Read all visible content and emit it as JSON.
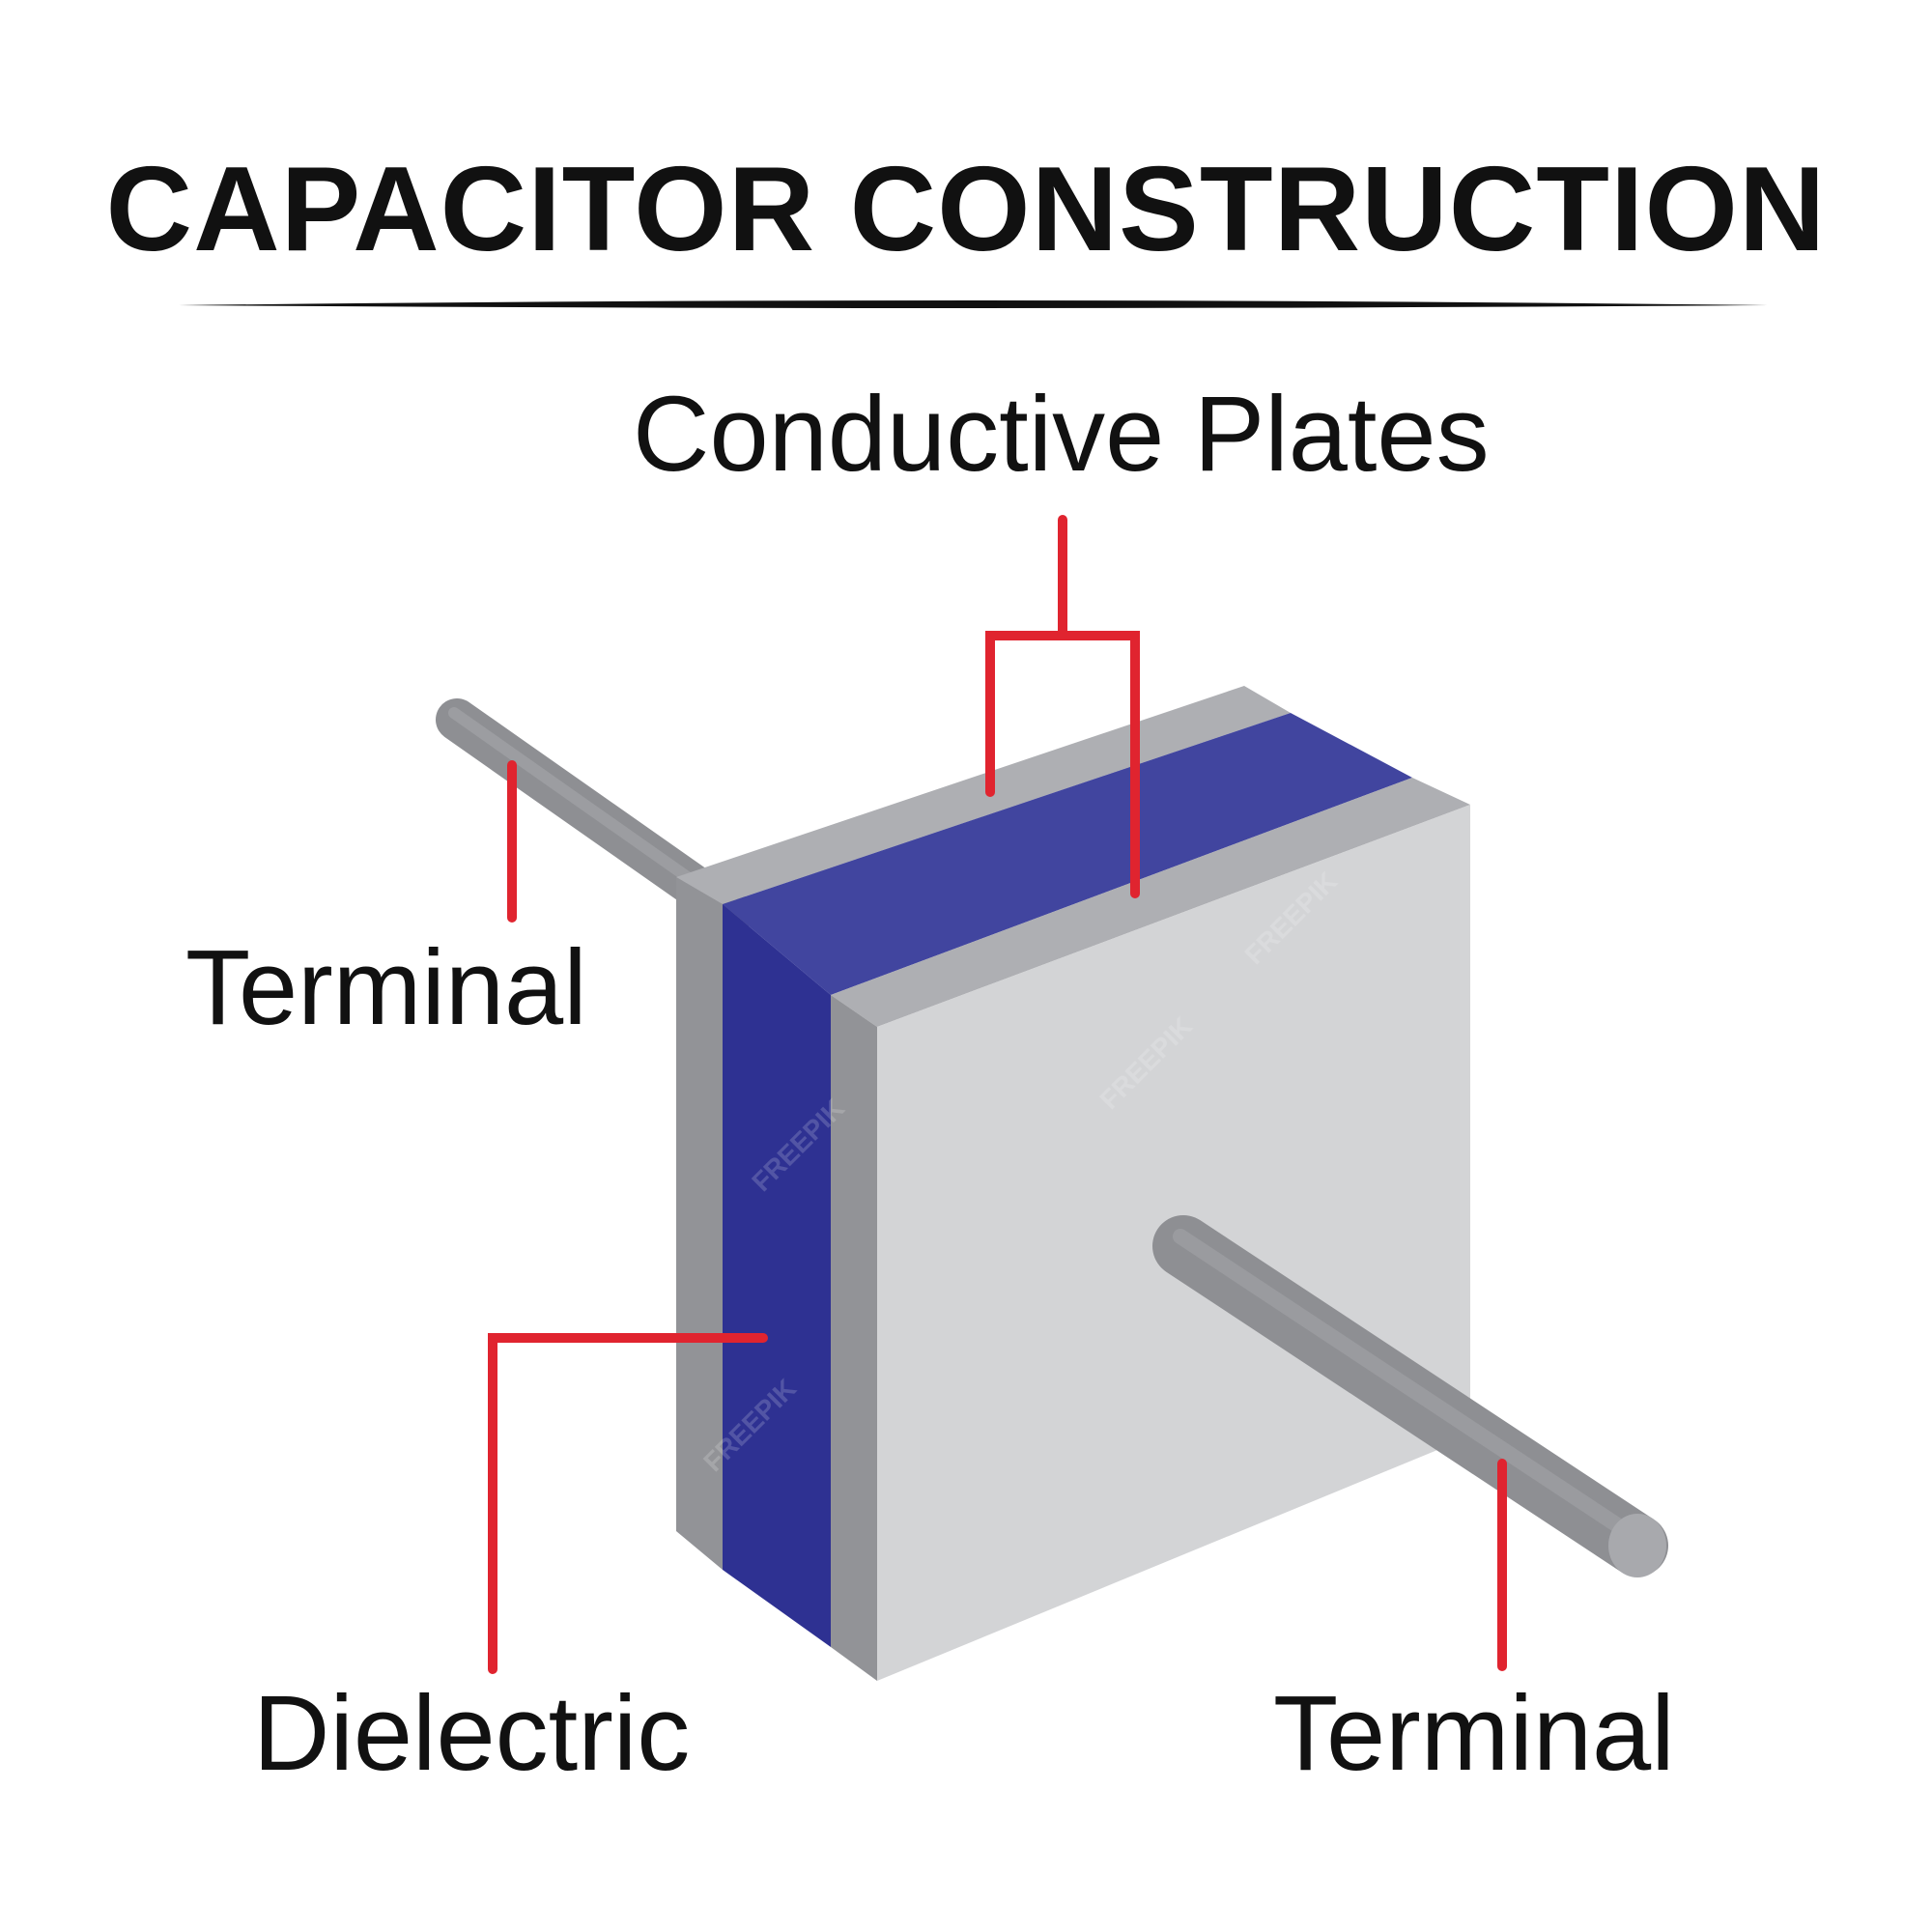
{
  "title": "CAPACITOR CONSTRUCTION",
  "labels": {
    "conductive_plates": "Conductive Plates",
    "terminal_left": "Terminal",
    "dielectric": "Dielectric",
    "terminal_right": "Terminal"
  },
  "colors": {
    "text": "#111111",
    "plate_face": "#d3d4d6",
    "plate_side": "#929397",
    "plate_top": "#aeafb3",
    "dielectric_front": "#2e3192",
    "dielectric_top": "#41459f",
    "terminal": "#8e8f93",
    "leader_line": "#e0242f"
  },
  "watermark": "FREEPIK"
}
